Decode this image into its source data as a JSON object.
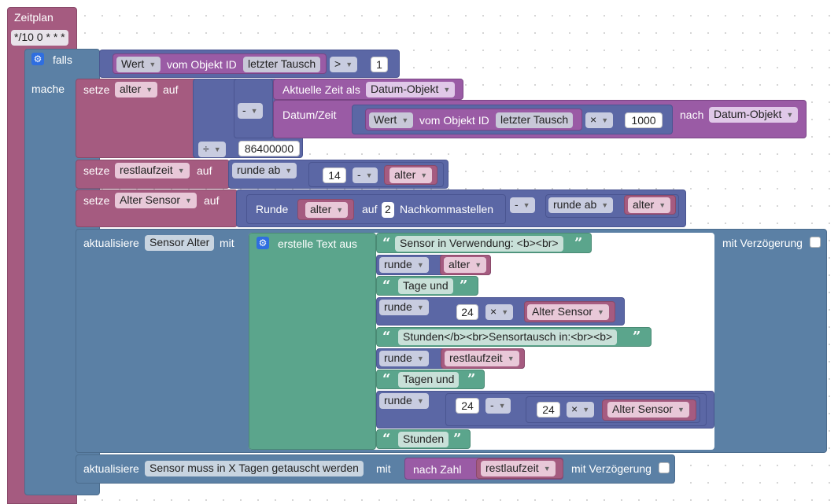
{
  "trigger": {
    "title": "Zeitplan",
    "cron": "*/10 0 * * *"
  },
  "if_block": {
    "label": "falls",
    "value_dd": "Wert",
    "from_object_label": "vom Objekt ID",
    "object_id": "letzter Tausch",
    "op": ">",
    "compare_value": "1",
    "do_label": "mache"
  },
  "set_alter": {
    "label_set": "setze",
    "var": "alter",
    "label_to": "auf",
    "div_op": "÷",
    "divisor": "86400000",
    "minus_op": "-",
    "now_label": "Aktuelle Zeit als",
    "now_format": "Datum-Objekt",
    "datetime_label": "Datum/Zeit",
    "value_dd": "Wert",
    "from_object_label": "vom Objekt ID",
    "object_id": "letzter Tausch",
    "mul_op": "×",
    "multiplier": "1000",
    "after_label": "nach",
    "after_format": "Datum-Objekt"
  },
  "set_rest": {
    "label_set": "setze",
    "var": "restlaufzeit",
    "label_to": "auf",
    "round_dd": "runde ab",
    "left_num": "14",
    "op": "-",
    "right_var": "alter"
  },
  "set_sensor": {
    "label_set": "setze",
    "var": "Alter Sensor",
    "label_to": "auf",
    "round_label": "Runde",
    "round_var": "alter",
    "to_label": "auf",
    "decimals": "2",
    "decimals_label": "Nachkommastellen",
    "op": "-",
    "round_dd": "runde ab",
    "right_var": "alter"
  },
  "update1": {
    "label": "aktualisiere",
    "target": "Sensor Alter",
    "with_label": "mit",
    "text_label": "erstelle Text aus",
    "delay_label": "mit Verzögerung",
    "items": {
      "t1": "Sensor in Verwendung: <b><br>",
      "r1_dd": "runde",
      "r1_var": "alter",
      "t2": "Tage und",
      "r2_dd": "runde",
      "r2_num": "24",
      "r2_op": "×",
      "r2_var": "Alter Sensor",
      "t3": "Stunden</b><br>Sensortausch in:<br><b>",
      "r3_dd": "runde",
      "r3_var": "restlaufzeit",
      "t4": "Tagen und",
      "r4_dd": "runde",
      "r4_num": "24",
      "r4_op": "-",
      "r4_num2": "24",
      "r4_op2": "×",
      "r4_var": "Alter Sensor",
      "t5": "Stunden"
    }
  },
  "update2": {
    "label": "aktualisiere",
    "target": "Sensor muss in X Tagen getauscht werden",
    "with_label": "mit",
    "conv_label": "nach Zahl",
    "var": "restlaufzeit",
    "delay_label": "mit Verzögerung"
  },
  "quote_open": "“",
  "quote_close": "”",
  "colors": {
    "trigger": "#a55b80",
    "control": "#5b80a5",
    "math": "#5b67a5",
    "variables": "#a55b80",
    "text": "#5ba58c",
    "time": "#9a5ba5"
  }
}
